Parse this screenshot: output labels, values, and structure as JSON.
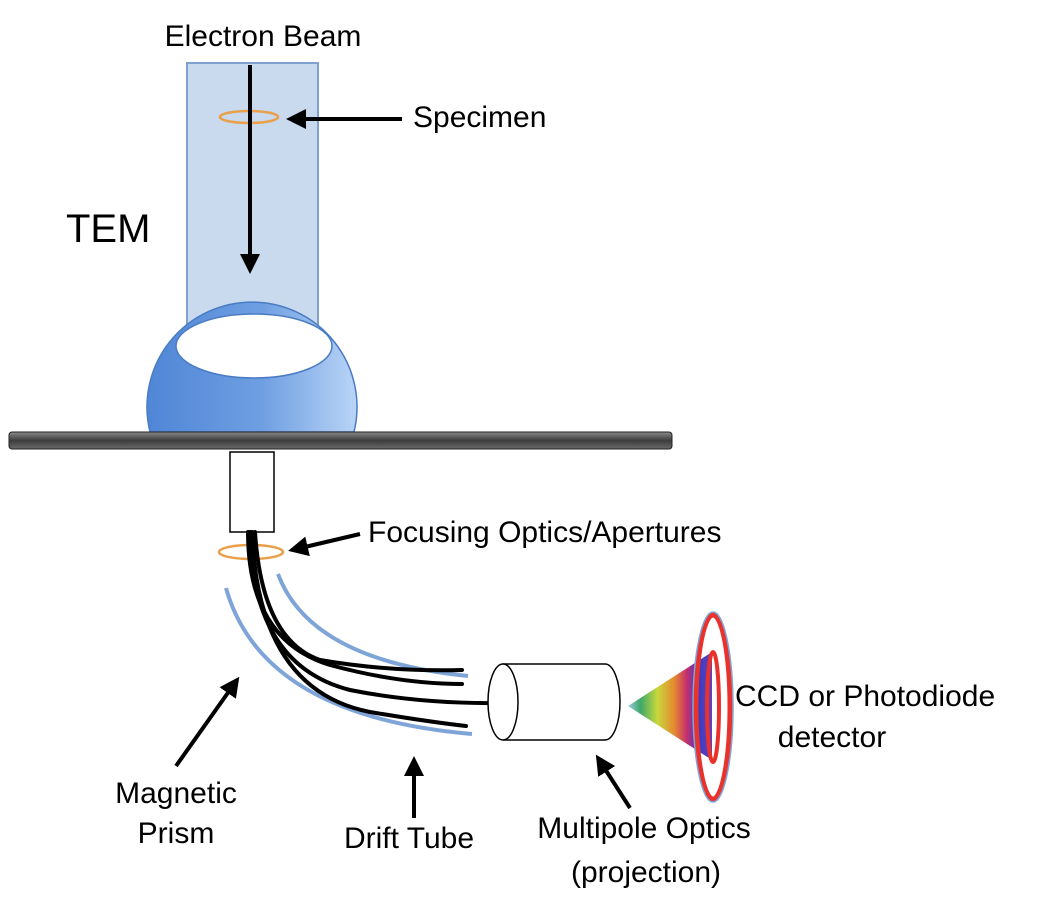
{
  "labels": {
    "electron_beam": "Electron Beam",
    "specimen": "Specimen",
    "tem": "TEM",
    "focusing": "Focusing Optics/Apertures",
    "ccd_line1": "CCD or Photodiode",
    "ccd_line2": "detector",
    "magnetic_line1": "Magnetic",
    "magnetic_line2": "Prism",
    "drift_tube": "Drift Tube",
    "multipole_line1": "Multipole Optics",
    "multipole_line2": "(projection)"
  },
  "colors": {
    "column_fill": "#c9d9ee",
    "column_stroke": "#7fa1cf",
    "lens_light": "#a9c9f3",
    "lens_dark": "#5c8fd8",
    "ring": "#e9a04a",
    "prism_arc": "#7fa5d8",
    "detector_red": "#e8322b",
    "bar": "#4a4a4a"
  }
}
